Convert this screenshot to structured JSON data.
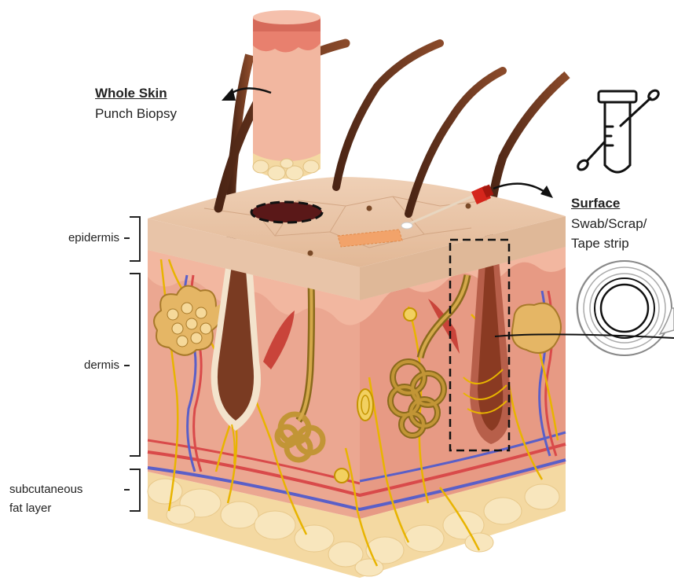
{
  "labels": {
    "whole_skin_title": "Whole Skin",
    "whole_skin_sub": "Punch Biopsy",
    "surface_title": "Surface",
    "surface_line1": "Swab/Scrap/",
    "surface_line2": "Tape strip",
    "epidermis": "epidermis",
    "dermis": "dermis",
    "subcutaneous_line1": "subcutaneous",
    "subcutaneous_line2": "fat layer"
  },
  "colors": {
    "epidermis_top": "#e9c3a5",
    "epidermis_side": "#e8c4a8",
    "dermis": "#e9a48e",
    "fat": "#f4d9a2",
    "hair": "#6b3a22",
    "nerve": "#e8b400",
    "gland": "#b98a2d",
    "artery": "#d94a4a",
    "vein": "#5a5fc8",
    "swab_cap": "#d5261c"
  },
  "icons": [
    "tube-with-swab-icon",
    "tape-roll-icon",
    "punch-biopsy-cylinder-icon",
    "arrow-icon"
  ]
}
